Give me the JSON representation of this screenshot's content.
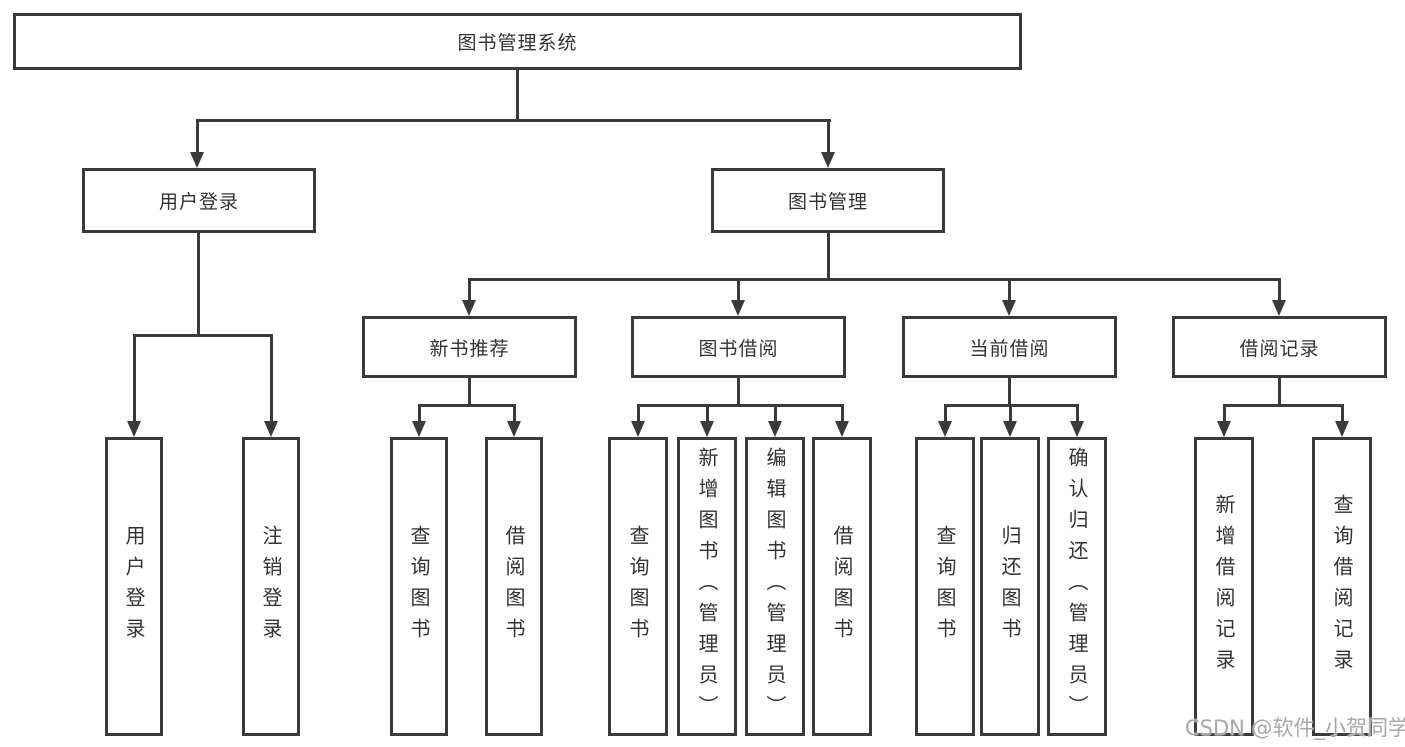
{
  "diagram_type": "hierarchy-tree",
  "tree": {
    "root": {
      "label": "图书管理系统",
      "children": [
        {
          "label": "用户登录",
          "children": [
            {
              "label": "用户登录"
            },
            {
              "label": "注销登录"
            }
          ]
        },
        {
          "label": "图书管理",
          "children": [
            {
              "label": "新书推荐",
              "children": [
                {
                  "label": "查询图书"
                },
                {
                  "label": "借阅图书"
                }
              ]
            },
            {
              "label": "图书借阅",
              "children": [
                {
                  "label": "查询图书"
                },
                {
                  "label": "新增图书（管理员）"
                },
                {
                  "label": "编辑图书（管理员）"
                },
                {
                  "label": "借阅图书"
                }
              ]
            },
            {
              "label": "当前借阅",
              "children": [
                {
                  "label": "查询图书"
                },
                {
                  "label": "归还图书"
                },
                {
                  "label": "确认归还（管理员）"
                }
              ]
            },
            {
              "label": "借阅记录",
              "children": [
                {
                  "label": "新增借阅记录"
                },
                {
                  "label": "查询借阅记录"
                }
              ]
            }
          ]
        }
      ]
    }
  },
  "watermark": {
    "text": "CSDN @软件_小贺同学"
  },
  "colors": {
    "line": "#3a3a3a",
    "text": "#333333",
    "watermark": "#a8a8a8",
    "background": "#ffffff"
  }
}
